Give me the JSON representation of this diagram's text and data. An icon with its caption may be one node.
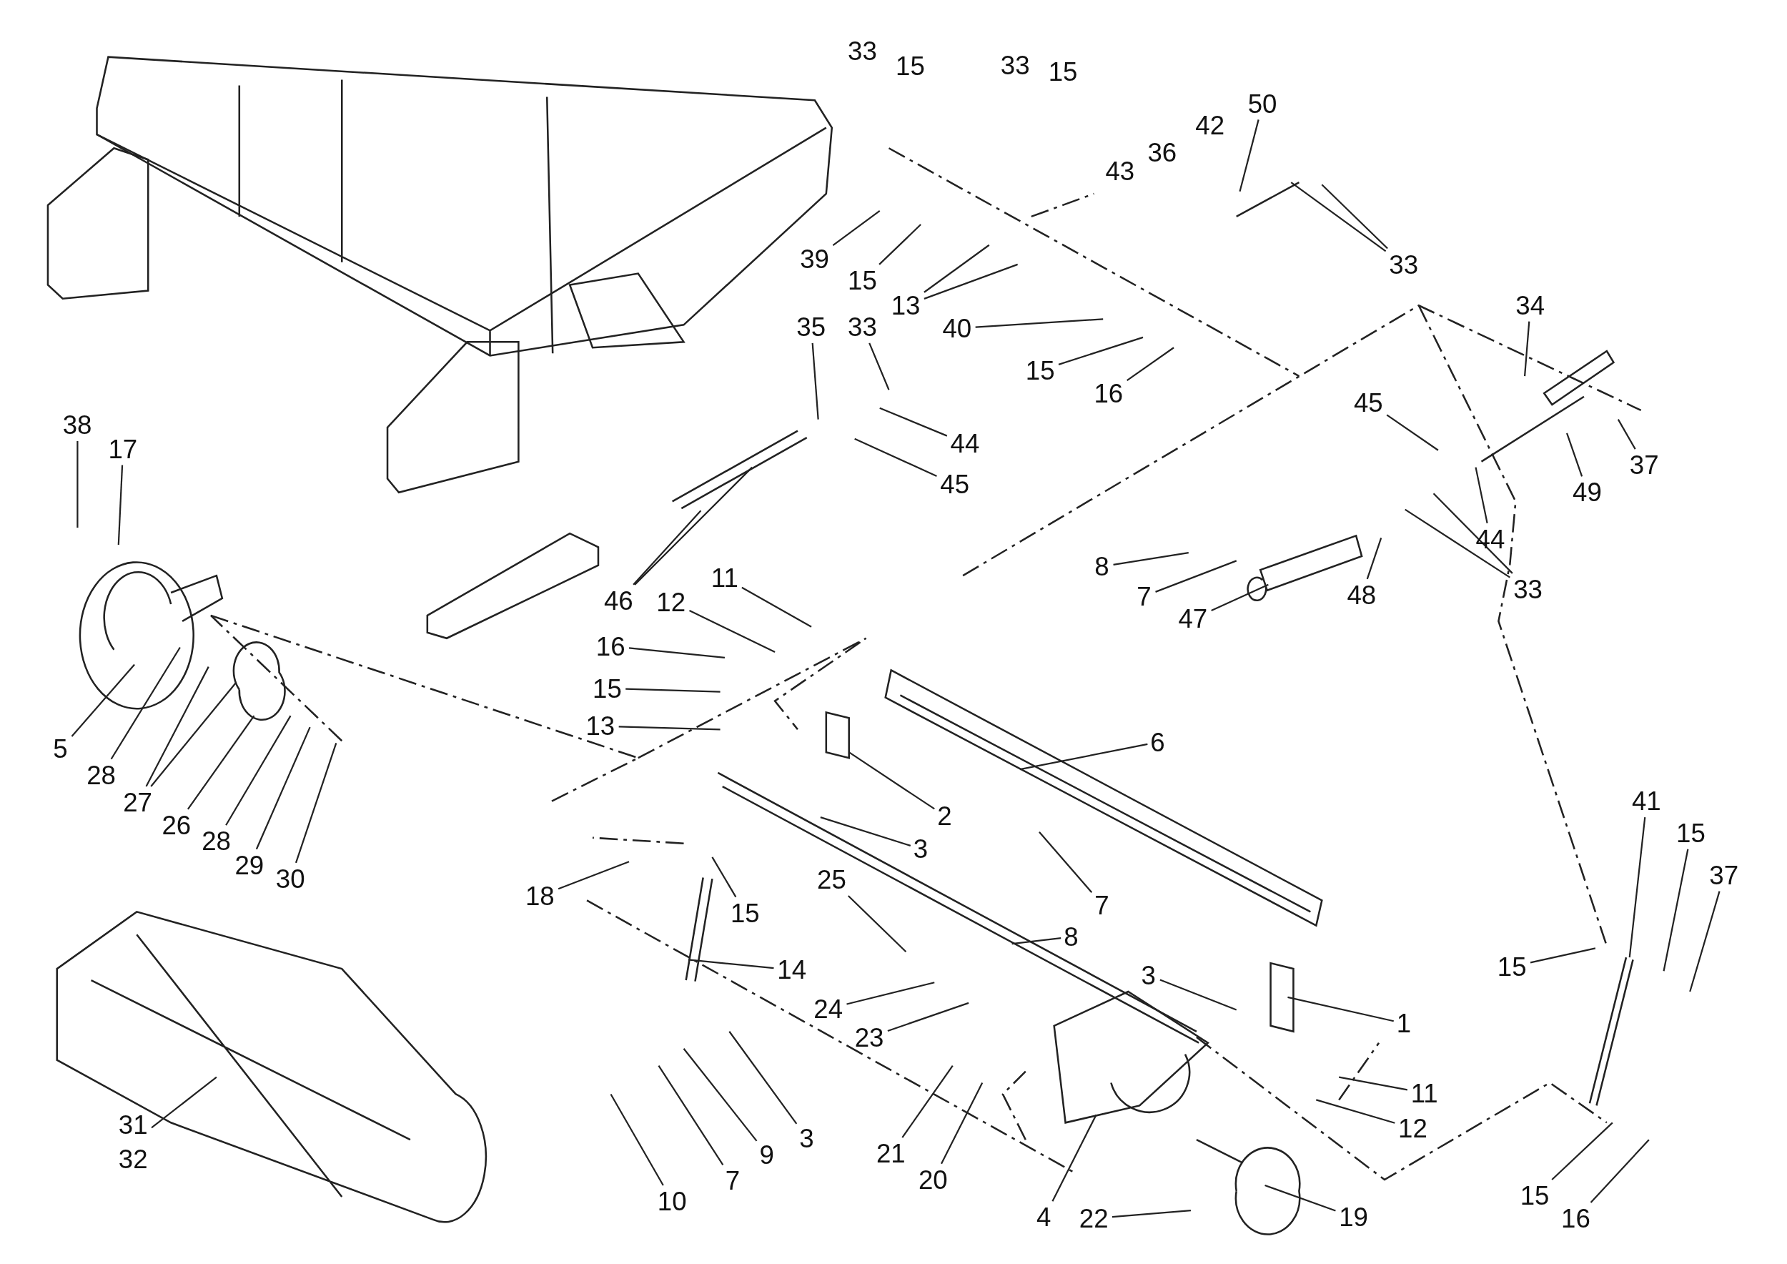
{
  "diagram": {
    "nodes": [
      {
        "text": [
          "50"
        ]
      },
      {
        "text": [
          "33"
        ]
      },
      {
        "text": [
          "39"
        ]
      },
      {
        "text": [
          "15"
        ]
      },
      {
        "text": [
          "13"
        ]
      },
      {
        "text": [
          "40"
        ]
      },
      {
        "text": [
          "15"
        ]
      },
      {
        "text": [
          "16"
        ]
      },
      {
        "text": [
          "34"
        ]
      },
      {
        "text": [
          "35"
        ]
      },
      {
        "text": [
          "33"
        ]
      },
      {
        "text": [
          "44"
        ]
      },
      {
        "text": [
          "45"
        ]
      },
      {
        "text": [
          "38"
        ]
      },
      {
        "text": [
          "17"
        ]
      },
      {
        "text": [
          "45"
        ]
      },
      {
        "text": [
          "49"
        ]
      },
      {
        "text": [
          "37"
        ]
      },
      {
        "text": [
          "44"
        ]
      },
      {
        "text": [
          "46"
        ]
      },
      {
        "text": [
          "8"
        ]
      },
      {
        "text": [
          "7"
        ]
      },
      {
        "text": [
          "47"
        ]
      },
      {
        "text": [
          "48"
        ]
      },
      {
        "text": [
          "33"
        ]
      },
      {
        "text": [
          "11"
        ]
      },
      {
        "text": [
          "12"
        ]
      },
      {
        "text": [
          "16"
        ]
      },
      {
        "text": [
          "15"
        ]
      },
      {
        "text": [
          "13"
        ]
      },
      {
        "text": [
          "5"
        ]
      },
      {
        "text": [
          "28"
        ]
      },
      {
        "text": [
          "27"
        ]
      },
      {
        "text": [
          "26"
        ]
      },
      {
        "text": [
          "28"
        ]
      },
      {
        "text": [
          "29"
        ]
      },
      {
        "text": [
          "30"
        ]
      },
      {
        "text": [
          "6"
        ]
      },
      {
        "text": [
          "2"
        ]
      },
      {
        "text": [
          "3"
        ]
      },
      {
        "text": [
          "41"
        ]
      },
      {
        "text": [
          "15"
        ]
      },
      {
        "text": [
          "37"
        ]
      },
      {
        "text": [
          "18"
        ]
      },
      {
        "text": [
          "15"
        ]
      },
      {
        "text": [
          "25"
        ]
      },
      {
        "text": [
          "7"
        ]
      },
      {
        "text": [
          "8"
        ]
      },
      {
        "text": [
          "15"
        ]
      },
      {
        "text": [
          "14"
        ]
      },
      {
        "text": [
          "3"
        ]
      },
      {
        "text": [
          "24"
        ]
      },
      {
        "text": [
          "1"
        ]
      },
      {
        "text": [
          "23"
        ]
      },
      {
        "text": [
          "11"
        ]
      },
      {
        "text": [
          "12"
        ]
      },
      {
        "text": [
          "31",
          "32"
        ]
      },
      {
        "text": [
          "3"
        ]
      },
      {
        "text": [
          "9"
        ]
      },
      {
        "text": [
          "21"
        ]
      },
      {
        "text": [
          "7"
        ]
      },
      {
        "text": [
          "20"
        ]
      },
      {
        "text": [
          "15"
        ]
      },
      {
        "text": [
          "10"
        ]
      },
      {
        "text": [
          "4"
        ]
      },
      {
        "text": [
          "22"
        ]
      },
      {
        "text": [
          "19"
        ]
      },
      {
        "text": [
          "16"
        ]
      }
    ],
    "edges": [
      {
        "from": 0,
        "to": null,
        "arrow": "none"
      },
      {
        "from": 1,
        "to": null,
        "arrow": "none"
      },
      {
        "from": 1,
        "to": null,
        "arrow": "none"
      },
      {
        "from": 2,
        "to": null,
        "arrow": "none"
      },
      {
        "from": 3,
        "to": null,
        "arrow": "none"
      },
      {
        "from": 4,
        "to": null,
        "arrow": "none"
      },
      {
        "from": 4,
        "to": null,
        "arrow": "none"
      },
      {
        "from": 5,
        "to": null,
        "arrow": "none"
      },
      {
        "from": 6,
        "to": null,
        "arrow": "none"
      },
      {
        "from": 7,
        "to": null,
        "arrow": "none"
      },
      {
        "from": 8,
        "to": null,
        "arrow": "none"
      },
      {
        "from": 9,
        "to": null,
        "arrow": "none"
      },
      {
        "from": 10,
        "to": null,
        "arrow": "none"
      },
      {
        "from": 11,
        "to": null,
        "arrow": "none"
      },
      {
        "from": 12,
        "to": null,
        "arrow": "none"
      },
      {
        "from": 13,
        "to": null,
        "arrow": "none"
      },
      {
        "from": 14,
        "to": null,
        "arrow": "none"
      },
      {
        "from": 15,
        "to": null,
        "arrow": "none"
      },
      {
        "from": 16,
        "to": null,
        "arrow": "none"
      },
      {
        "from": 17,
        "to": null,
        "arrow": "none"
      },
      {
        "from": 18,
        "to": null,
        "arrow": "none"
      },
      {
        "from": 19,
        "to": null,
        "arrow": "none"
      },
      {
        "from": 19,
        "to": null,
        "arrow": "none"
      },
      {
        "from": 20,
        "to": null,
        "arrow": "none"
      },
      {
        "from": 21,
        "to": null,
        "arrow": "none"
      },
      {
        "from": 22,
        "to": null,
        "arrow": "none"
      },
      {
        "from": 23,
        "to": null,
        "arrow": "none"
      },
      {
        "from": 24,
        "to": null,
        "arrow": "none"
      },
      {
        "from": 24,
        "to": null,
        "arrow": "none"
      },
      {
        "from": 25,
        "to": null,
        "arrow": "none"
      },
      {
        "from": 26,
        "to": null,
        "arrow": "none"
      },
      {
        "from": 27,
        "to": null,
        "arrow": "none"
      },
      {
        "from": 28,
        "to": null,
        "arrow": "none"
      },
      {
        "from": 29,
        "to": null,
        "arrow": "none"
      },
      {
        "from": 30,
        "to": null,
        "arrow": "none"
      },
      {
        "from": 31,
        "to": null,
        "arrow": "none"
      },
      {
        "from": 32,
        "to": null,
        "arrow": "none"
      },
      {
        "from": 32,
        "to": null,
        "arrow": "none"
      },
      {
        "from": 33,
        "to": null,
        "arrow": "none"
      },
      {
        "from": 34,
        "to": null,
        "arrow": "none"
      },
      {
        "from": 35,
        "to": null,
        "arrow": "none"
      },
      {
        "from": 36,
        "to": null,
        "arrow": "none"
      },
      {
        "from": 37,
        "to": null,
        "arrow": "none"
      },
      {
        "from": 38,
        "to": null,
        "arrow": "none"
      },
      {
        "from": 39,
        "to": null,
        "arrow": "none"
      },
      {
        "from": 40,
        "to": null,
        "arrow": "none"
      },
      {
        "from": 41,
        "to": null,
        "arrow": "none"
      },
      {
        "from": 42,
        "to": null,
        "arrow": "none"
      },
      {
        "from": 43,
        "to": null,
        "arrow": "none"
      },
      {
        "from": 44,
        "to": null,
        "arrow": "none"
      },
      {
        "from": 45,
        "to": null,
        "arrow": "none"
      },
      {
        "from": 46,
        "to": null,
        "arrow": "none"
      },
      {
        "from": 47,
        "to": null,
        "arrow": "none"
      },
      {
        "from": 48,
        "to": null,
        "arrow": "none"
      },
      {
        "from": 49,
        "to": null,
        "arrow": "none"
      },
      {
        "from": 50,
        "to": null,
        "arrow": "none"
      },
      {
        "from": 51,
        "to": null,
        "arrow": "none"
      },
      {
        "from": 52,
        "to": null,
        "arrow": "none"
      },
      {
        "from": 53,
        "to": null,
        "arrow": "none"
      },
      {
        "from": 54,
        "to": null,
        "arrow": "none"
      },
      {
        "from": 55,
        "to": null,
        "arrow": "none"
      },
      {
        "from": 56,
        "to": null,
        "arrow": "none"
      },
      {
        "from": 57,
        "to": null,
        "arrow": "none"
      },
      {
        "from": 58,
        "to": null,
        "arrow": "none"
      },
      {
        "from": 59,
        "to": null,
        "arrow": "none"
      },
      {
        "from": 60,
        "to": null,
        "arrow": "none"
      },
      {
        "from": 61,
        "to": null,
        "arrow": "none"
      },
      {
        "from": 62,
        "to": null,
        "arrow": "none"
      },
      {
        "from": 63,
        "to": null,
        "arrow": "none"
      },
      {
        "from": 64,
        "to": null,
        "arrow": "none"
      },
      {
        "from": 65,
        "to": null,
        "arrow": "none"
      },
      {
        "from": 66,
        "to": null,
        "arrow": "none"
      },
      {
        "from": 67,
        "to": null,
        "arrow": "none"
      }
    ],
    "labels": [
      "33",
      "15",
      "33",
      "15",
      "43",
      "36",
      "42"
    ]
  }
}
